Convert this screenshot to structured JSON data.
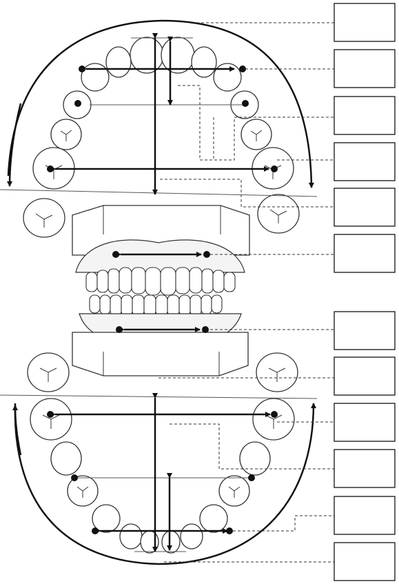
{
  "figure": {
    "upper_arch_boxes": [
      {
        "id": "u1",
        "text": ""
      },
      {
        "id": "u2",
        "text": ""
      },
      {
        "id": "u3",
        "text": ""
      },
      {
        "id": "u4",
        "text": ""
      },
      {
        "id": "u5",
        "text": ""
      }
    ],
    "middle_boxes": [
      {
        "id": "m1",
        "text": ""
      },
      {
        "id": "m2",
        "text": ""
      }
    ],
    "lower_arch_boxes": [
      {
        "id": "l1",
        "text": ""
      },
      {
        "id": "l2",
        "text": ""
      },
      {
        "id": "l3",
        "text": ""
      },
      {
        "id": "l4",
        "text": ""
      },
      {
        "id": "l5",
        "text": ""
      }
    ],
    "colors": {
      "line": "#111111",
      "tooth_stroke": "#333333",
      "box_stroke": "#222222",
      "background": "#ffffff"
    }
  }
}
